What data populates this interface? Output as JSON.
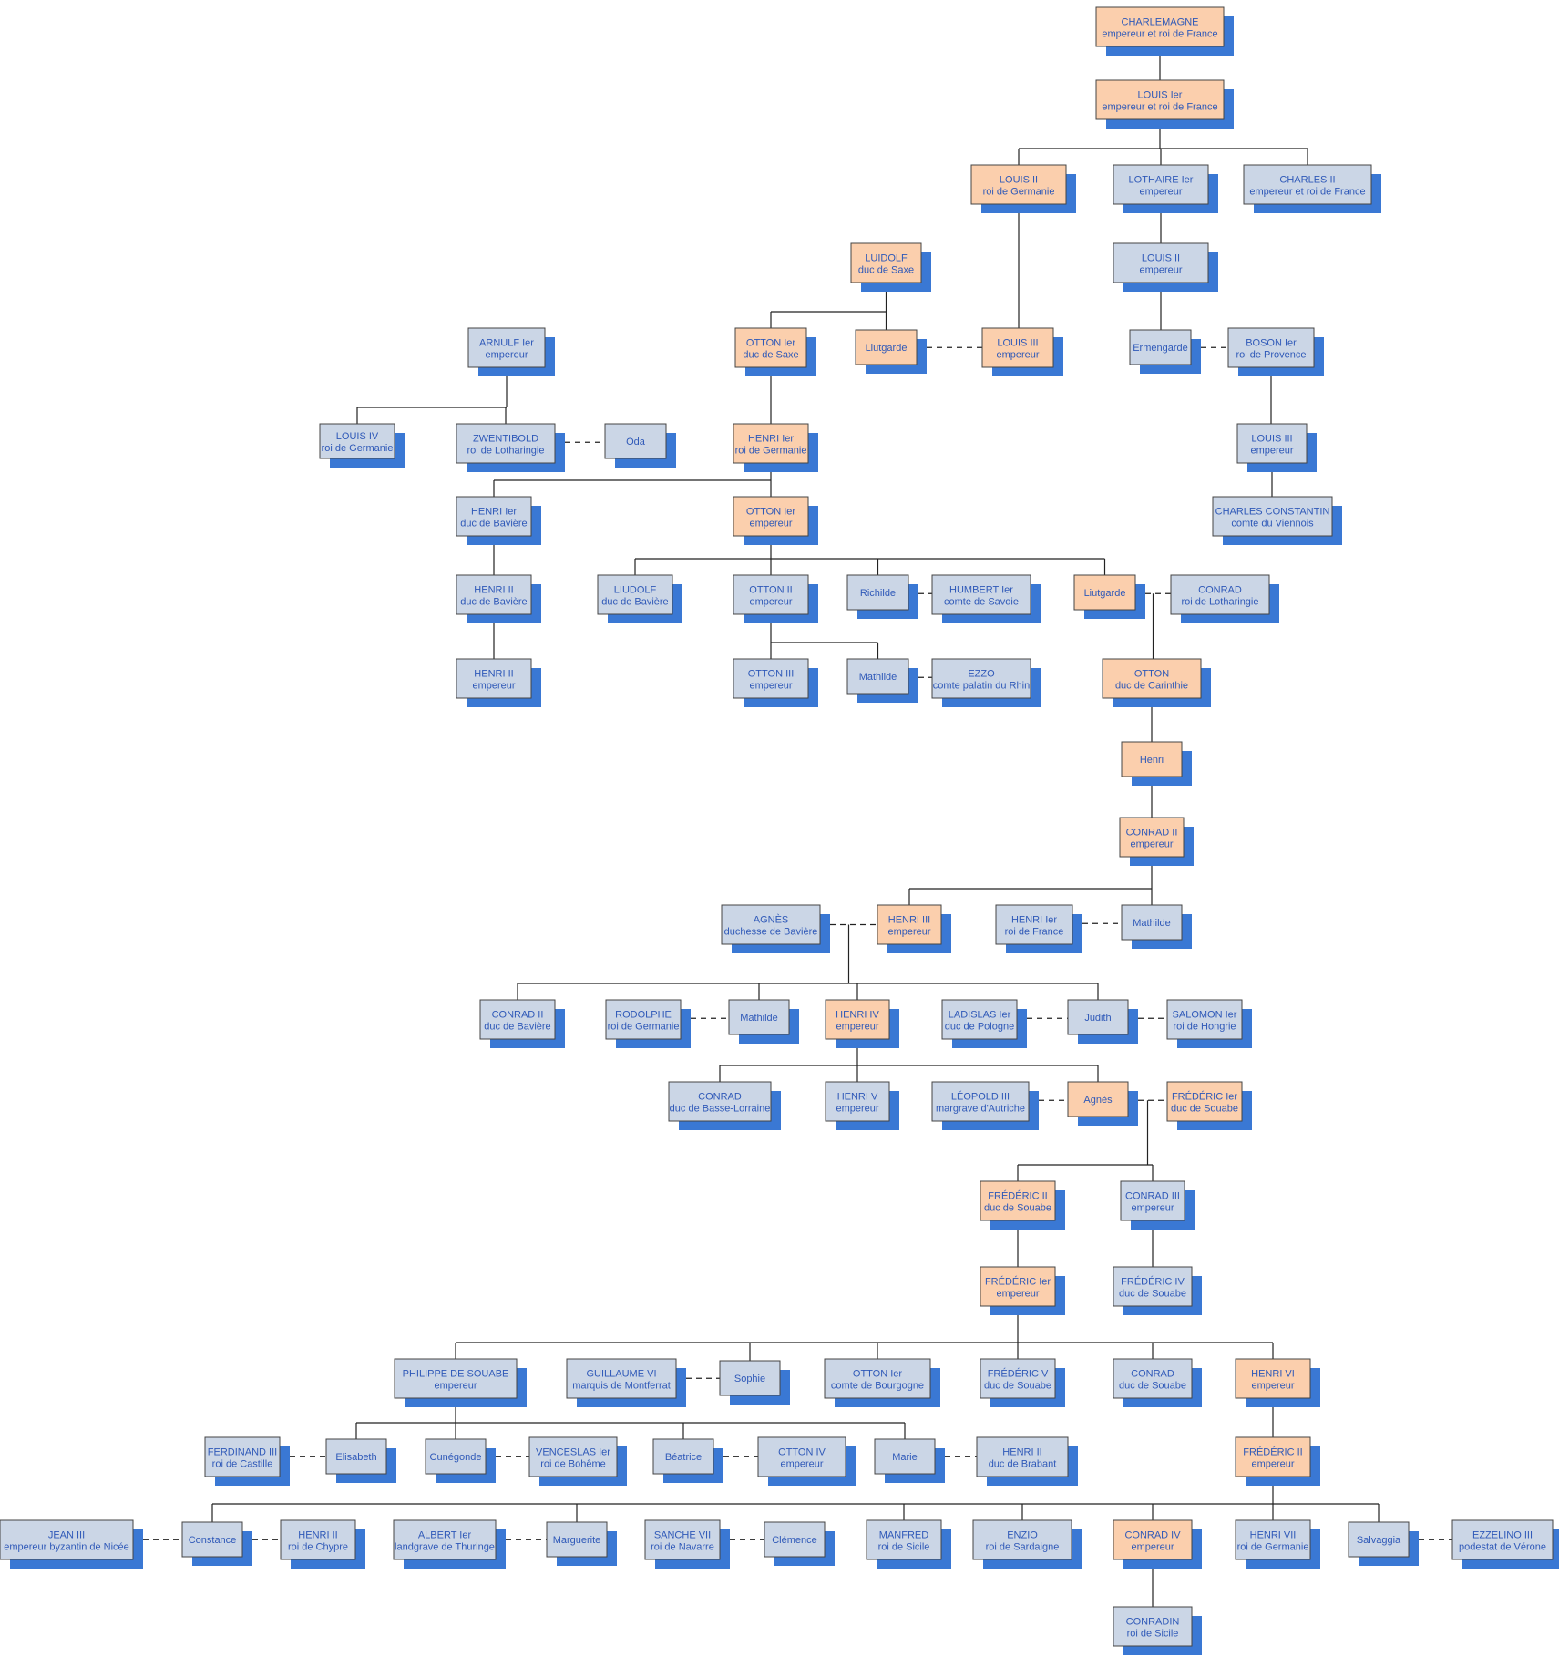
{
  "colors": {
    "orange": "#fbcfad",
    "blue": "#cbd6e6",
    "shadow": "#3a78d4",
    "text": "#2f59b8",
    "line": "#222222",
    "border": "#444444"
  },
  "people": {
    "charlemagne": {
      "name": "CHARLEMAGNE",
      "title": "empereur et roi de France",
      "color": "orange"
    },
    "louis1": {
      "name": "LOUIS Ier",
      "title": "empereur et roi de France",
      "color": "orange"
    },
    "louis2g": {
      "name": "LOUIS II",
      "title": "roi de Germanie",
      "color": "orange"
    },
    "lothaire1": {
      "name": "LOTHAIRE Ier",
      "title": "empereur",
      "color": "blue"
    },
    "charles2": {
      "name": "CHARLES II",
      "title": "empereur et roi de France",
      "color": "blue"
    },
    "luidolf": {
      "name": "LUIDOLF",
      "title": "duc de Saxe",
      "color": "orange"
    },
    "louis2e": {
      "name": "LOUIS II",
      "title": "empereur",
      "color": "blue"
    },
    "arnulf": {
      "name": "ARNULF Ier",
      "title": "empereur",
      "color": "blue"
    },
    "otton1s": {
      "name": "OTTON Ier",
      "title": "duc de Saxe",
      "color": "orange"
    },
    "liutgarde1": {
      "name": "Liutgarde",
      "title": "",
      "color": "orange"
    },
    "louis3": {
      "name": "LOUIS III",
      "title": "empereur",
      "color": "orange"
    },
    "ermengarde": {
      "name": "Ermengarde",
      "title": "",
      "color": "blue"
    },
    "boson": {
      "name": "BOSON Ier",
      "title": "roi de Provence",
      "color": "blue"
    },
    "louis4": {
      "name": "LOUIS IV",
      "title": "roi de Germanie",
      "color": "blue"
    },
    "zwentibold": {
      "name": "ZWENTIBOLD",
      "title": "roi de Lotharingie",
      "color": "blue"
    },
    "oda": {
      "name": "Oda",
      "title": "",
      "color": "blue"
    },
    "henri1g": {
      "name": "HENRI Ier",
      "title": "roi de Germanie",
      "color": "orange"
    },
    "louis3p": {
      "name": "LOUIS III",
      "title": "empereur",
      "color": "blue"
    },
    "charlesc": {
      "name": "CHARLES CONSTANTIN",
      "title": "comte du Viennois",
      "color": "blue"
    },
    "henri1b": {
      "name": "HENRI Ier",
      "title": "duc de Bavière",
      "color": "blue"
    },
    "otton1e": {
      "name": "OTTON Ier",
      "title": "empereur",
      "color": "orange"
    },
    "henri2b": {
      "name": "HENRI II",
      "title": "duc de Bavière",
      "color": "blue"
    },
    "liudolf": {
      "name": "LIUDOLF",
      "title": "duc de Bavière",
      "color": "blue"
    },
    "otton2": {
      "name": "OTTON II",
      "title": "empereur",
      "color": "blue"
    },
    "richilde": {
      "name": "Richilde",
      "title": "",
      "color": "blue"
    },
    "humbert": {
      "name": "HUMBERT Ier",
      "title": "comte de Savoie",
      "color": "blue"
    },
    "liutgarde2": {
      "name": "Liutgarde",
      "title": "",
      "color": "orange"
    },
    "conradl": {
      "name": "CONRAD",
      "title": "roi de Lotharingie",
      "color": "blue"
    },
    "henri2e": {
      "name": "HENRI II",
      "title": "empereur",
      "color": "blue"
    },
    "otton3": {
      "name": "OTTON III",
      "title": "empereur",
      "color": "blue"
    },
    "mathilde1": {
      "name": "Mathilde",
      "title": "",
      "color": "blue"
    },
    "ezzo": {
      "name": "EZZO",
      "title": "comte palatin du Rhin",
      "color": "blue"
    },
    "ottonc": {
      "name": "OTTON",
      "title": "duc de Carinthie",
      "color": "orange"
    },
    "henri": {
      "name": "Henri",
      "title": "",
      "color": "orange"
    },
    "conrad2e": {
      "name": "CONRAD II",
      "title": "empereur",
      "color": "orange"
    },
    "agnes1": {
      "name": "AGNÈS",
      "title": "duchesse de Bavière",
      "color": "blue"
    },
    "henri3": {
      "name": "HENRI III",
      "title": "empereur",
      "color": "orange"
    },
    "henrif": {
      "name": "HENRI Ier",
      "title": "roi de France",
      "color": "blue"
    },
    "mathilde2": {
      "name": "Mathilde",
      "title": "",
      "color": "blue"
    },
    "conrad2b": {
      "name": "CONRAD II",
      "title": "duc de Bavière",
      "color": "blue"
    },
    "rodolphe": {
      "name": "RODOLPHE",
      "title": "roi de Germanie",
      "color": "blue"
    },
    "mathilde3": {
      "name": "Mathilde",
      "title": "",
      "color": "blue"
    },
    "henri4": {
      "name": "HENRI IV",
      "title": "empereur",
      "color": "orange"
    },
    "ladislas": {
      "name": "LADISLAS Ier",
      "title": "duc de Pologne",
      "color": "blue"
    },
    "judith": {
      "name": "Judith",
      "title": "",
      "color": "blue"
    },
    "salomon": {
      "name": "SALOMON Ier",
      "title": "roi de Hongrie",
      "color": "blue"
    },
    "conradbl": {
      "name": "CONRAD",
      "title": "duc de Basse-Lorraine",
      "color": "blue"
    },
    "henri5": {
      "name": "HENRI V",
      "title": "empereur",
      "color": "blue"
    },
    "leopold": {
      "name": "LÉOPOLD III",
      "title": "margrave d'Autriche",
      "color": "blue"
    },
    "agnes2": {
      "name": "Agnès",
      "title": "",
      "color": "orange"
    },
    "frederic1s": {
      "name": "FRÉDÉRIC Ier",
      "title": "duc de Souabe",
      "color": "orange"
    },
    "frederic2s": {
      "name": "FRÉDÉRIC II",
      "title": "duc de Souabe",
      "color": "orange"
    },
    "conrad3": {
      "name": "CONRAD III",
      "title": "empereur",
      "color": "blue"
    },
    "frederic1e": {
      "name": "FRÉDÉRIC Ier",
      "title": "empereur",
      "color": "orange"
    },
    "frederic4": {
      "name": "FRÉDÉRIC IV",
      "title": "duc de Souabe",
      "color": "blue"
    },
    "philippe": {
      "name": "PHILIPPE DE SOUABE",
      "title": "empereur",
      "color": "blue"
    },
    "guillaume": {
      "name": "GUILLAUME VI",
      "title": "marquis de Montferrat",
      "color": "blue"
    },
    "sophie": {
      "name": "Sophie",
      "title": "",
      "color": "blue"
    },
    "otton1b": {
      "name": "OTTON Ier",
      "title": "comte de Bourgogne",
      "color": "blue"
    },
    "frederic5": {
      "name": "FRÉDÉRIC V",
      "title": "duc de Souabe",
      "color": "blue"
    },
    "conrads": {
      "name": "CONRAD",
      "title": "duc de Souabe",
      "color": "blue"
    },
    "henri6": {
      "name": "HENRI VI",
      "title": "empereur",
      "color": "orange"
    },
    "ferdinand": {
      "name": "FERDINAND III",
      "title": "roi de Castille",
      "color": "blue"
    },
    "elisabeth": {
      "name": "Elisabeth",
      "title": "",
      "color": "blue"
    },
    "cunegonde": {
      "name": "Cunégonde",
      "title": "",
      "color": "blue"
    },
    "venceslas": {
      "name": "VENCESLAS Ier",
      "title": "roi de Bohême",
      "color": "blue"
    },
    "beatrice": {
      "name": "Béatrice",
      "title": "",
      "color": "blue"
    },
    "otton4": {
      "name": "OTTON IV",
      "title": "empereur",
      "color": "blue"
    },
    "marie": {
      "name": "Marie",
      "title": "",
      "color": "blue"
    },
    "henri2br": {
      "name": "HENRI II",
      "title": "duc de Brabant",
      "color": "blue"
    },
    "frederic2e": {
      "name": "FRÉDÉRIC II",
      "title": "empereur",
      "color": "orange"
    },
    "jean3": {
      "name": "JEAN III",
      "title": "empereur byzantin de Nicée",
      "color": "blue"
    },
    "constance": {
      "name": "Constance",
      "title": "",
      "color": "blue"
    },
    "henri2c": {
      "name": "HENRI II",
      "title": "roi de Chypre",
      "color": "blue"
    },
    "albert": {
      "name": "ALBERT Ier",
      "title": "landgrave de Thuringe",
      "color": "blue"
    },
    "marguerite": {
      "name": "Marguerite",
      "title": "",
      "color": "blue"
    },
    "sanche": {
      "name": "SANCHE VII",
      "title": "roi de Navarre",
      "color": "blue"
    },
    "clemence": {
      "name": "Clémence",
      "title": "",
      "color": "blue"
    },
    "manfred": {
      "name": "MANFRED",
      "title": "roi de Sicile",
      "color": "blue"
    },
    "enzio": {
      "name": "ENZIO",
      "title": "roi de Sardaigne",
      "color": "blue"
    },
    "conrad4": {
      "name": "CONRAD IV",
      "title": "empereur",
      "color": "orange"
    },
    "henri7": {
      "name": "HENRI VII",
      "title": "roi de Germanie",
      "color": "blue"
    },
    "salvaggia": {
      "name": "Salvaggia",
      "title": "",
      "color": "blue"
    },
    "ezzelino": {
      "name": "EZZELINO III",
      "title": "podestat de Vérone",
      "color": "blue"
    },
    "conradin": {
      "name": "CONRADIN",
      "title": "roi de Sicile",
      "color": "blue"
    }
  },
  "parent_links": [
    [
      "charlemagne",
      [
        "louis1"
      ]
    ],
    [
      "louis1",
      [
        "louis2g",
        "lothaire1",
        "charles2"
      ]
    ],
    [
      "louis2g",
      [
        "louis3"
      ]
    ],
    [
      "lothaire1",
      [
        "louis2e"
      ]
    ],
    [
      "louis2e",
      [
        "ermengarde"
      ]
    ],
    [
      "luidolf",
      [
        "otton1s",
        "liutgarde1"
      ]
    ],
    [
      "arnulf",
      [
        "louis4",
        "zwentibold"
      ]
    ],
    [
      "otton1s",
      [
        "henri1g"
      ]
    ],
    [
      "boson",
      [
        "louis3p"
      ]
    ],
    [
      "louis3p",
      [
        "charlesc"
      ]
    ],
    [
      "henri1g",
      [
        "henri1b",
        "otton1e"
      ]
    ],
    [
      "henri1b",
      [
        "henri2b"
      ]
    ],
    [
      "henri2b",
      [
        "henri2e"
      ]
    ],
    [
      "otton1e",
      [
        "liudolf",
        "otton2",
        "richilde",
        "liutgarde2"
      ]
    ],
    [
      "otton2",
      [
        "otton3",
        "mathilde1"
      ]
    ],
    [
      "liutgarde2+conradl",
      [
        "ottonc"
      ]
    ],
    [
      "ottonc",
      [
        "henri"
      ]
    ],
    [
      "henri",
      [
        "conrad2e"
      ]
    ],
    [
      "conrad2e",
      [
        "henri3",
        "mathilde2"
      ]
    ],
    [
      "agnes1+henri3",
      [
        "conrad2b",
        "mathilde3",
        "henri4",
        "judith"
      ]
    ],
    [
      "henri4",
      [
        "conradbl",
        "henri5",
        "agnes2"
      ]
    ],
    [
      "agnes2+frederic1s",
      [
        "frederic2s",
        "conrad3"
      ]
    ],
    [
      "frederic2s",
      [
        "frederic1e"
      ]
    ],
    [
      "conrad3",
      [
        "frederic4"
      ]
    ],
    [
      "frederic1e",
      [
        "philippe",
        "sophie",
        "otton1b",
        "frederic5",
        "conrads",
        "henri6"
      ]
    ],
    [
      "philippe",
      [
        "elisabeth",
        "cunegonde",
        "beatrice",
        "marie"
      ]
    ],
    [
      "henri6",
      [
        "frederic2e"
      ]
    ],
    [
      "frederic2e",
      [
        "constance",
        "marguerite",
        "manfred",
        "enzio",
        "conrad4",
        "henri7",
        "salvaggia"
      ]
    ],
    [
      "conrad4",
      [
        "conradin"
      ]
    ]
  ],
  "marriages": [
    [
      "liutgarde1",
      "louis3"
    ],
    [
      "ermengarde",
      "boson"
    ],
    [
      "zwentibold",
      "oda"
    ],
    [
      "richilde",
      "humbert"
    ],
    [
      "liutgarde2",
      "conradl"
    ],
    [
      "mathilde1",
      "ezzo"
    ],
    [
      "agnes1",
      "henri3"
    ],
    [
      "henrif",
      "mathilde2"
    ],
    [
      "rodolphe",
      "mathilde3"
    ],
    [
      "ladislas",
      "judith"
    ],
    [
      "judith",
      "salomon"
    ],
    [
      "leopold",
      "agnes2"
    ],
    [
      "agnes2",
      "frederic1s"
    ],
    [
      "guillaume",
      "sophie"
    ],
    [
      "ferdinand",
      "elisabeth"
    ],
    [
      "cunegonde",
      "venceslas"
    ],
    [
      "beatrice",
      "otton4"
    ],
    [
      "marie",
      "henri2br"
    ],
    [
      "jean3",
      "constance"
    ],
    [
      "constance",
      "henri2c"
    ],
    [
      "albert",
      "marguerite"
    ],
    [
      "sanche",
      "clemence"
    ],
    [
      "salvaggia",
      "ezzelino"
    ]
  ]
}
